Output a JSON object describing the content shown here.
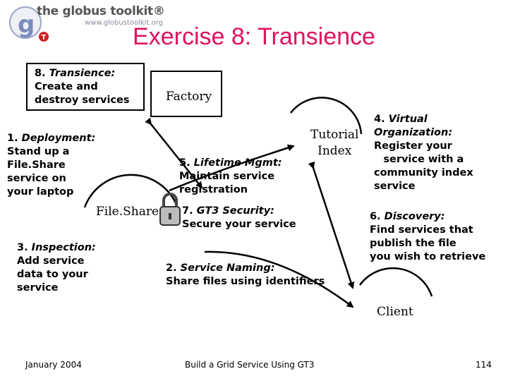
{
  "header": {
    "logo_text": "the globus toolkit®",
    "logo_url": "www.globustoolkit.org",
    "title": "Exercise 8: Transience"
  },
  "diagram": {
    "box_transience": {
      "num": "8.",
      "name": "Transience:",
      "desc": [
        "Create and",
        "destroy services"
      ]
    },
    "box_factory": "Factory",
    "node_tutorial_index": [
      "Tutorial",
      "Index"
    ],
    "node_fileshare": "File.Share",
    "node_client": "Client",
    "steps": {
      "deployment": {
        "num": "1.",
        "name": "Deployment:",
        "desc": [
          "Stand up a",
          "File.Share",
          "service on",
          "your laptop"
        ]
      },
      "naming": {
        "num": "2.",
        "name": "Service Naming:",
        "desc": [
          "Share files using identifiers"
        ]
      },
      "inspection": {
        "num": "3.",
        "name": "Inspection:",
        "desc": [
          "Add service",
          "data to your",
          "service"
        ]
      },
      "vo": {
        "num": "4.",
        "name": "Virtual",
        "name2": "Organization:",
        "desc": [
          "Register your",
          "service with a",
          "community index",
          "service"
        ]
      },
      "lifetime": {
        "num": "5.",
        "name": "Lifetime Mgmt:",
        "desc": [
          "Maintain service",
          "registration"
        ]
      },
      "discovery": {
        "num": "6.",
        "name": "Discovery:",
        "desc": [
          "Find services that",
          "publish the file",
          "you wish to retrieve"
        ]
      },
      "security": {
        "num": "7.",
        "name": "GT3 Security:",
        "desc": [
          "Secure your service"
        ]
      }
    }
  },
  "footer": {
    "date": "January 2004",
    "center": "Build a Grid Service Using GT3",
    "page": "114"
  },
  "colors": {
    "title": "#e0115f",
    "logo_blue": "#6a7fb0",
    "logo_red": "#d02020"
  }
}
